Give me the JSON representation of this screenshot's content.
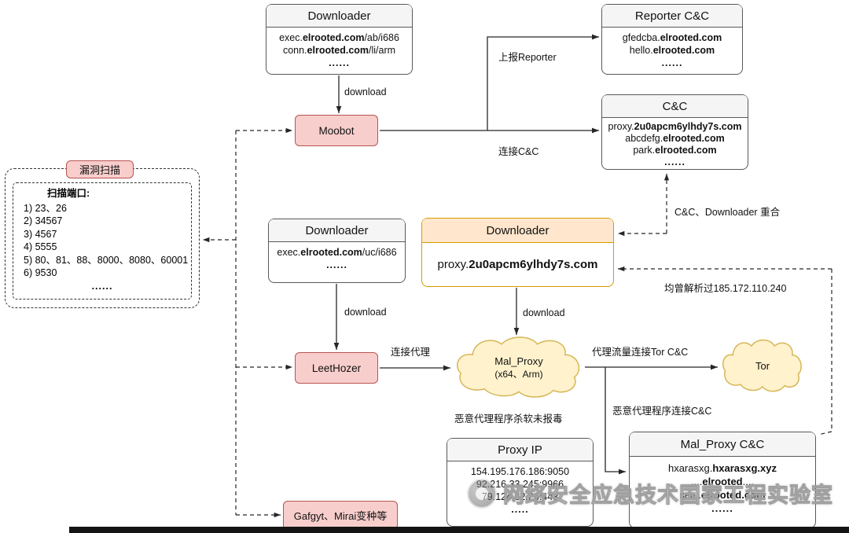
{
  "colors": {
    "box_border": "#595959",
    "header_bg": "#f5f5f5",
    "pink_bg": "#f8cecc",
    "pink_border": "#b85450",
    "orange_header_bg": "#ffe6cc",
    "orange_border": "#d79b00",
    "cloud_bg": "#fff2cc",
    "cloud_border": "#d6b656"
  },
  "watermark": {
    "text": "网络安全应急技术国家工程实验室"
  },
  "nodes": {
    "downloader_top": {
      "title": "Downloader",
      "line1": {
        "pre": "exec.",
        "bold": "elrooted.com",
        "post": "/ab/i686"
      },
      "line2": {
        "pre": "conn.",
        "bold": "elrooted.com",
        "post": "/li/arm"
      },
      "dots": "......"
    },
    "reporter_cc": {
      "title": "Reporter C&C",
      "line1": {
        "pre": "gfedcba.",
        "bold": "elrooted.com",
        "post": ""
      },
      "line2": {
        "pre": "hello.",
        "bold": "elrooted.com",
        "post": ""
      },
      "dots": "......"
    },
    "cc": {
      "title": "C&C",
      "line1": {
        "pre": "proxy.",
        "bold": "2u0apcm6ylhdy7s.com",
        "post": ""
      },
      "line2": {
        "pre": "abcdefg.",
        "bold": "elrooted.com",
        "post": ""
      },
      "line3": {
        "pre": "park.",
        "bold": "elrooted.com",
        "post": ""
      },
      "dots": "......"
    },
    "moobot": {
      "label": "Moobot"
    },
    "vuln_scan": {
      "tag": "漏洞扫描",
      "heading": "扫描端口:",
      "ports": [
        "1) 23、26",
        "2) 34567",
        "3) 4567",
        "4) 5555",
        "5) 80、81、88、8000、8080、60001",
        "6) 9530"
      ],
      "dots": "......"
    },
    "downloader_mid": {
      "title": "Downloader",
      "line1": {
        "pre": "exec.",
        "bold": "elrooted.com",
        "post": "/uc/i686"
      },
      "dots": "......"
    },
    "downloader_proxy": {
      "title": "Downloader",
      "line1": {
        "pre": "proxy.",
        "bold": "2u0apcm6ylhdy7s.com",
        "post": ""
      }
    },
    "leethozer": {
      "label": "LeetHozer"
    },
    "malproxy_cloud": {
      "label": "Mal_Proxy",
      "sub": "(x64、Arm)"
    },
    "tor_cloud": {
      "label": "Tor"
    },
    "proxy_ip": {
      "title": "Proxy IP",
      "ips": [
        "154.195.176.186:9050",
        "92.216.33.245:9966",
        "79.124.62.26:443"
      ],
      "dots": "....."
    },
    "malproxy_cc": {
      "title": "Mal_Proxy C&C",
      "line1": {
        "pre": "hxarasxg.",
        "bold": "hxarasxg.xyz",
        "post": ""
      },
      "line2": {
        "pre": "....",
        "bold": "elrooted",
        "post": "...."
      },
      "line3": {
        "pre": "seal.",
        "bold": "elrooted.com",
        "post": ""
      },
      "dots": "......"
    },
    "gafgyt": {
      "label": "Gafgyt、Mirai变种等"
    }
  },
  "edge_labels": {
    "download_top": "download",
    "report_reporter": "上报Reporter",
    "connect_cc": "连接C&C",
    "overlap": "C&C、Downloader 重合",
    "download_mid": "download",
    "download_proxy": "download",
    "connect_proxy": "连接代理",
    "proxy_tor": "代理流量连接Tor C&C",
    "resolved": "均曾解析过185.172.110.240",
    "av_no_detect": "恶意代理程序杀软未报毒",
    "proxy_connect_cc": "恶意代理程序连接C&C"
  }
}
